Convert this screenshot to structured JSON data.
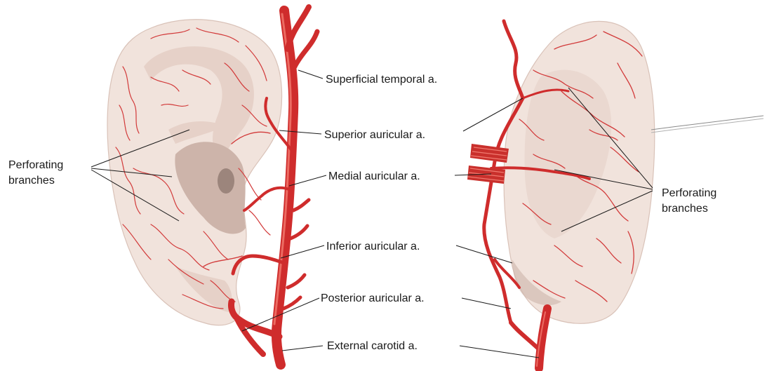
{
  "labels": {
    "superficial_temporal": "Superficial temporal a.",
    "superior_auricular": "Superior auricular a.",
    "medial_auricular": "Medial auricular a.",
    "inferior_auricular": "Inferior auricular a.",
    "posterior_auricular": "Posterior auricular a.",
    "external_carotid": "External carotid a.",
    "perforating_left_1": "Perforating",
    "perforating_left_2": "branches",
    "perforating_right_1": "Perforating",
    "perforating_right_2": "branches"
  },
  "colors": {
    "artery": "#cf2c2c",
    "skin": "#f1e3dc"
  }
}
